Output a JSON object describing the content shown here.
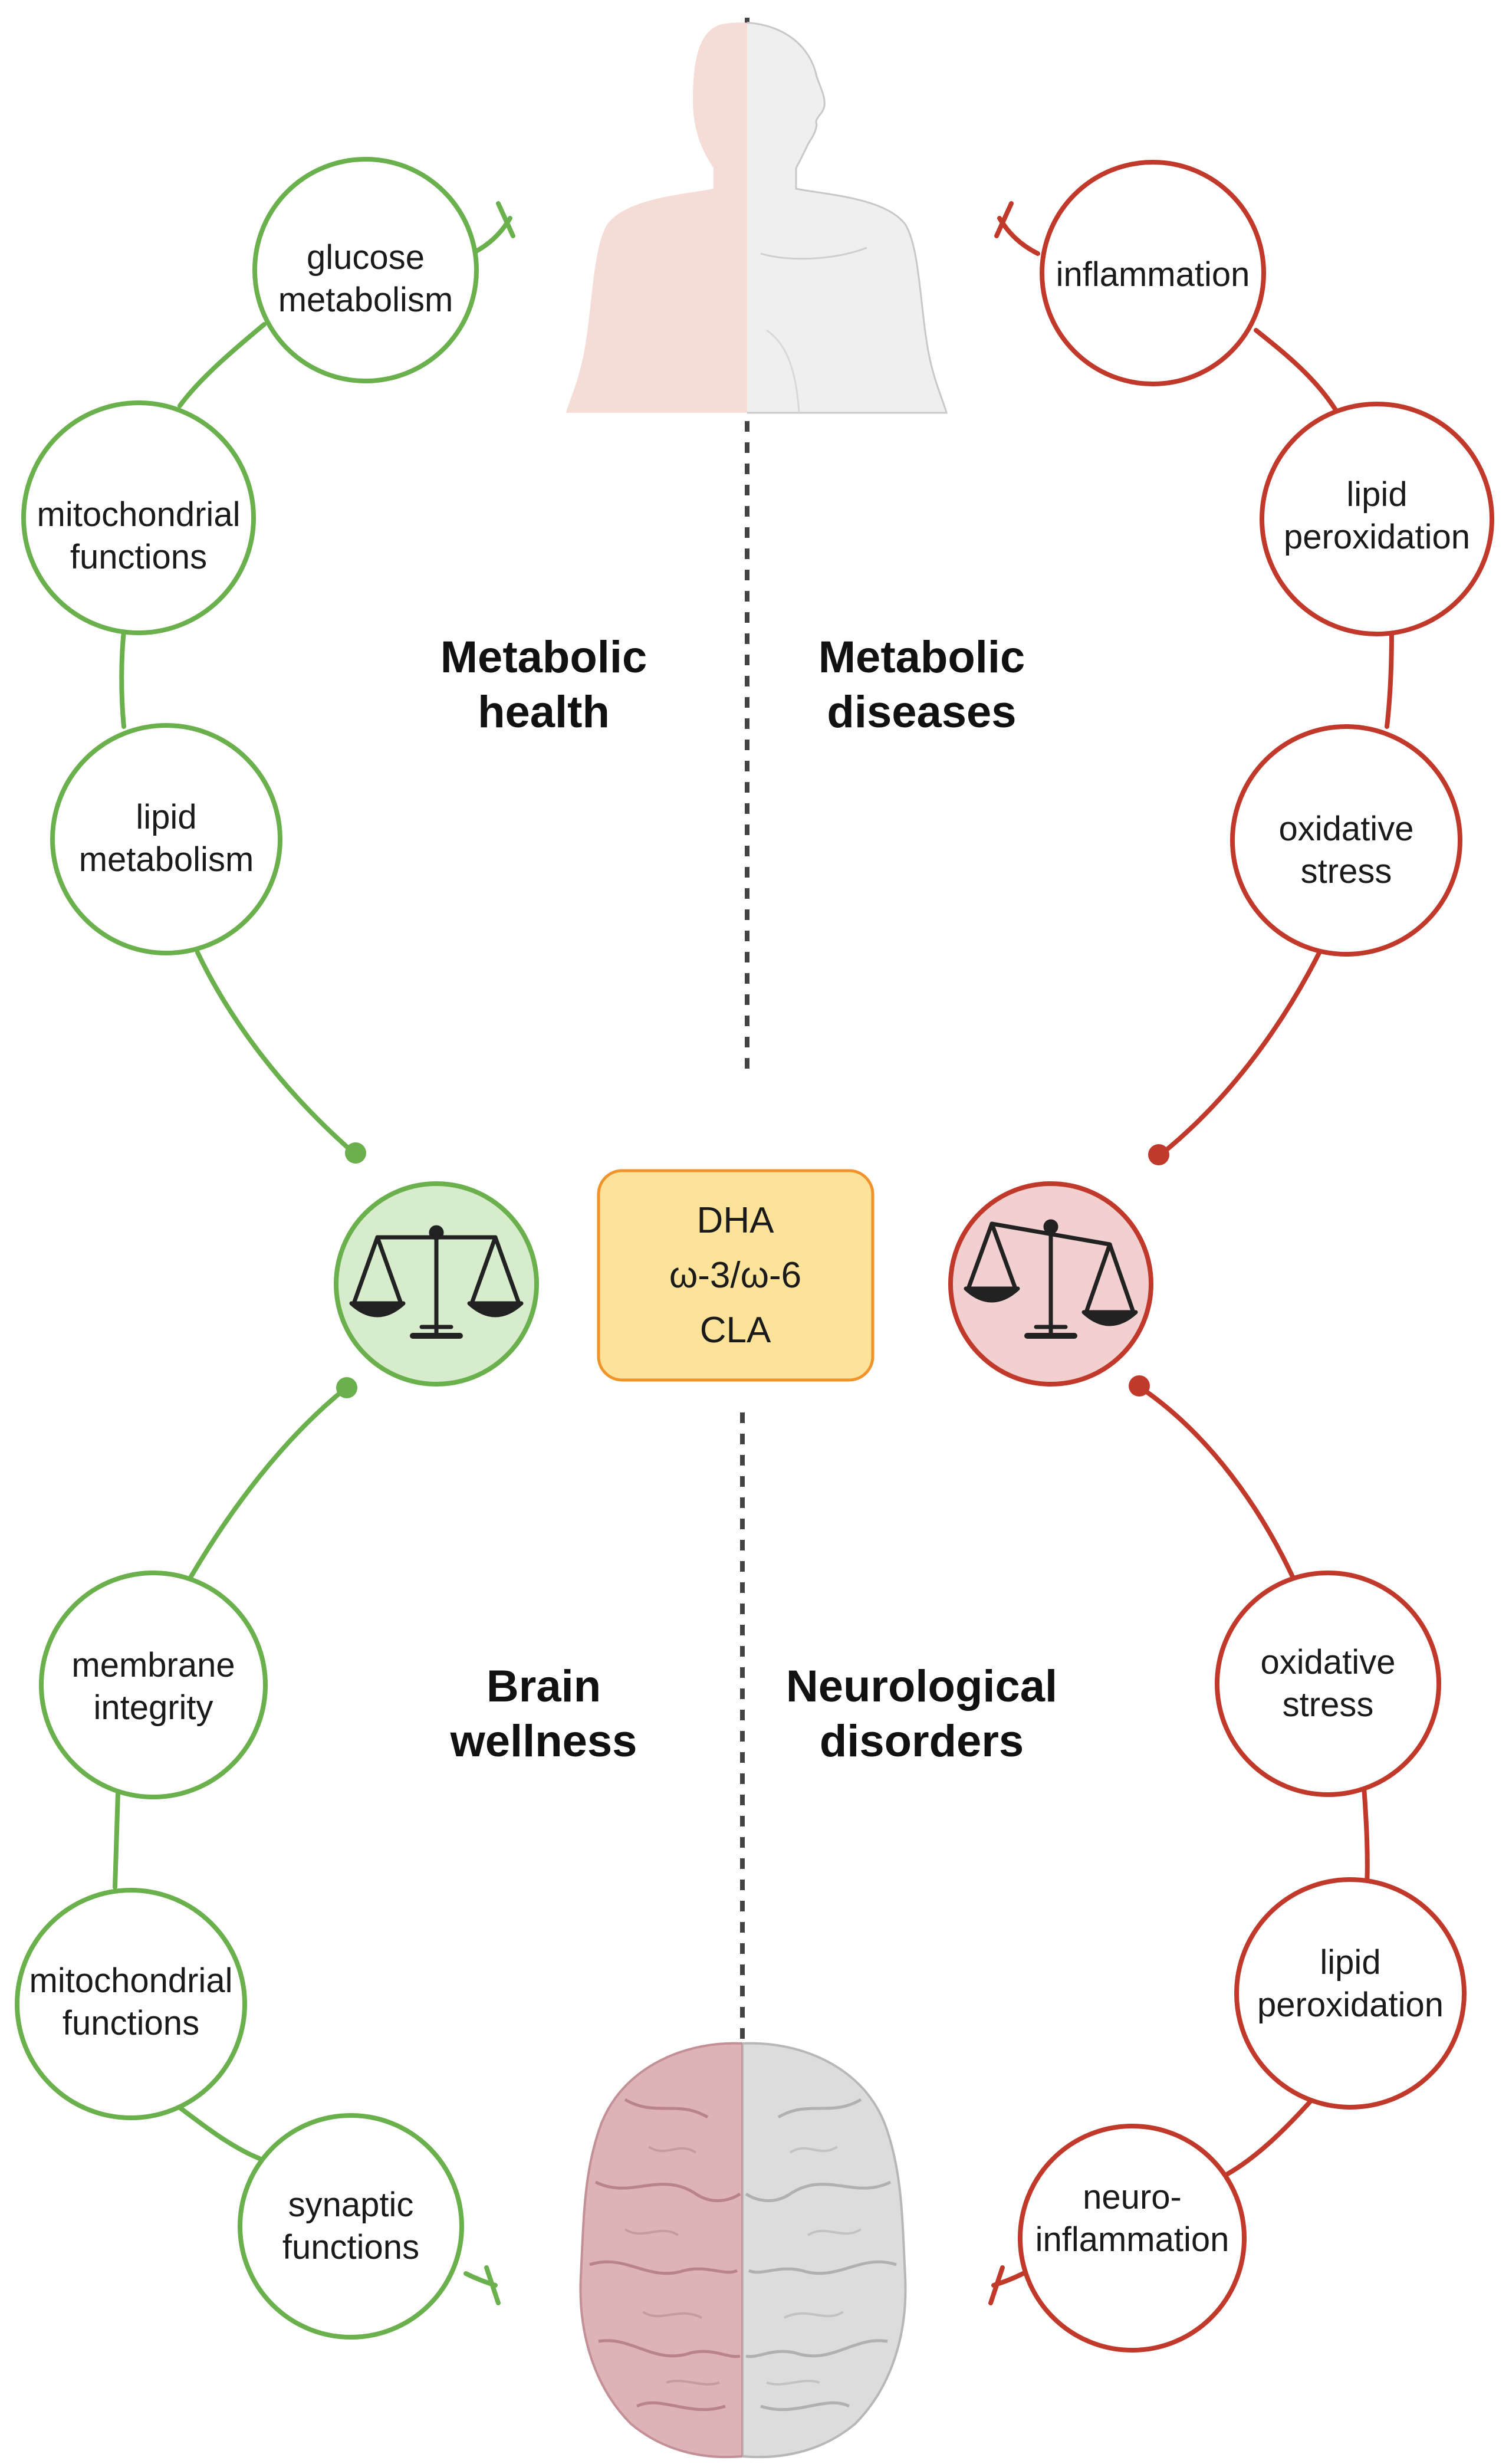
{
  "colors": {
    "health": "#6ab04c",
    "health_fill": "#d7ebcd",
    "disease": "#c0392b",
    "disease_fill": "#f3d0d0",
    "center_fill": "#fde29a",
    "center_stroke": "#f0932b"
  },
  "quadrants": {
    "metabolic_health": {
      "line1": "Metabolic",
      "line2": "health"
    },
    "metabolic_diseases": {
      "line1": "Metabolic",
      "line2": "diseases"
    },
    "brain_wellness": {
      "line1": "Brain",
      "line2": "wellness"
    },
    "neurological_disorders": {
      "line1": "Neurological",
      "line2": "disorders"
    }
  },
  "center_box": {
    "line1": "DHA",
    "line2": "ω-3/ω-6",
    "line3": "CLA"
  },
  "nodes": {
    "glucose_metabolism": {
      "line1": "glucose",
      "line2": "metabolism"
    },
    "mito_top": {
      "line1": "mitochondrial",
      "line2": "functions"
    },
    "lipid_metabolism": {
      "line1": "lipid",
      "line2": "metabolism"
    },
    "inflammation": {
      "line1": "inflammation"
    },
    "lipid_perox_top": {
      "line1": "lipid",
      "line2": "peroxidation"
    },
    "oxidative_top": {
      "line1": "oxidative",
      "line2": "stress"
    },
    "membrane_integrity": {
      "line1": "membrane",
      "line2": "integrity"
    },
    "mito_bottom": {
      "line1": "mitochondrial",
      "line2": "functions"
    },
    "synaptic_functions": {
      "line1": "synaptic",
      "line2": "functions"
    },
    "oxidative_bottom": {
      "line1": "oxidative",
      "line2": "stress"
    },
    "lipid_perox_bottom": {
      "line1": "lipid",
      "line2": "peroxidation"
    },
    "neuroinflammation": {
      "line1": "neuro-",
      "line2": "inflammation"
    }
  },
  "icons": {
    "body": "human-body-icon",
    "brain": "brain-icon",
    "balance_health": "balance-scale-icon",
    "balance_disease": "unbalanced-scale-icon"
  }
}
